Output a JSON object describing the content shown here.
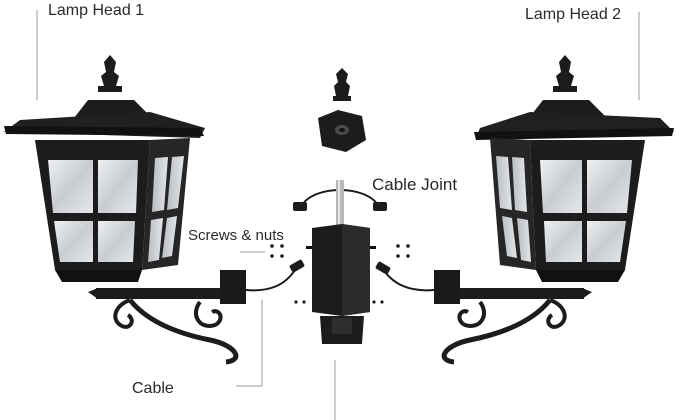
{
  "labels": {
    "lamp_head_1": "Lamp Head 1",
    "lamp_head_2": "Lamp Head 2",
    "cable_joint": "Cable Joint",
    "screws_nuts": "Screws & nuts",
    "cable": "Cable"
  },
  "colors": {
    "metal": "#1c1c1c",
    "glass": "#d9dcdf",
    "leader": "#9a9a9a"
  }
}
